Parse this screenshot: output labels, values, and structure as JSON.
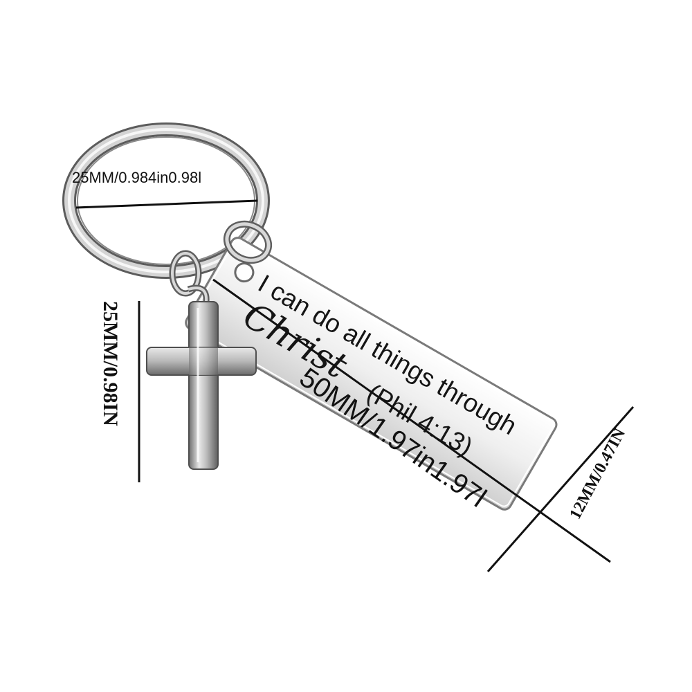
{
  "dimensions": {
    "ring_diameter": "25MM/0.984in0.98l",
    "tag_length": "50MM/1.97in1.97l",
    "cross_height": "25MM/0.98IN",
    "tag_width": "12MM/0.47IN"
  },
  "engraving": {
    "line1": "I can do all things through",
    "script_word": "Christ",
    "reference": "(Phil 4:13)"
  },
  "colors": {
    "background": "#ffffff",
    "metal_light": "#f2f2f2",
    "metal_mid": "#c9c9c9",
    "metal_dark": "#7a7a7a",
    "line": "#111111"
  }
}
